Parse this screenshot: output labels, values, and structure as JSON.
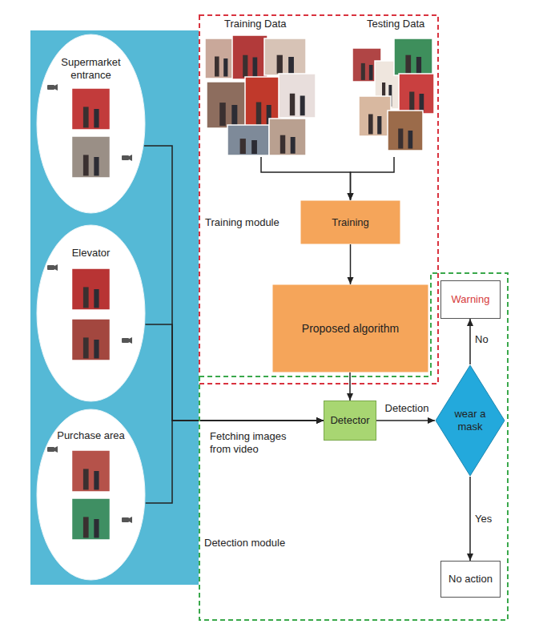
{
  "diagram": {
    "nodes": [
      {
        "text": [
          "Training module"
        ]
      },
      {
        "text": [
          "Training Data"
        ],
        "in": 0
      },
      {
        "text": [
          "Testing Data"
        ],
        "in": 0
      },
      {
        "text": [
          "Training"
        ],
        "in": 0
      },
      {
        "text": [
          "Proposed algorithm"
        ],
        "in": 0
      },
      {
        "text": [
          "Supermarket entrance"
        ]
      },
      {
        "text": [
          "Elevator"
        ]
      },
      {
        "text": [
          "Purchase area"
        ]
      },
      {
        "text": [
          "Detection module"
        ]
      },
      {
        "text": [
          "Detector"
        ],
        "in": 8
      },
      {
        "text": [
          "wear a mask"
        ],
        "in": 8
      },
      {
        "text": [
          "Warning"
        ],
        "in": 8
      },
      {
        "text": [
          "No action"
        ],
        "in": 8
      }
    ],
    "edges": [
      {
        "from": 1,
        "to": 3,
        "arrow": "to"
      },
      {
        "from": 2,
        "to": 3,
        "arrow": "to"
      },
      {
        "from": 3,
        "to": 4,
        "arrow": "to"
      },
      {
        "from": 4,
        "to": 9,
        "arrow": "to"
      },
      {
        "from": 5,
        "to": 9,
        "arrow": "to"
      },
      {
        "from": 6,
        "to": 9,
        "arrow": "to"
      },
      {
        "from": 7,
        "to": 9,
        "arrow": "to",
        "label": "Fetching images from video"
      },
      {
        "from": 9,
        "to": 10,
        "arrow": "to",
        "label": "Detection"
      },
      {
        "from": 10,
        "to": 11,
        "arrow": "to",
        "label": "No"
      },
      {
        "from": 10,
        "to": 12,
        "arrow": "to",
        "label": "Yes"
      }
    ]
  }
}
